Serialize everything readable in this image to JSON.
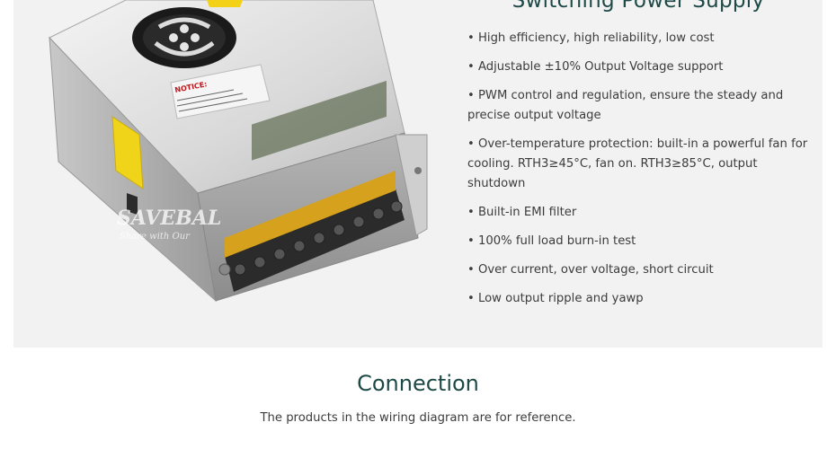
{
  "features_section": {
    "title": "Switching Power Supply",
    "items": [
      "High efficiency, high reliability, low cost",
      "Adjustable ±10% Output Voltage support",
      "PWM control and regulation, ensure the steady and precise output voltage",
      "Over-temperature protection: built-in a powerful fan for cooling. RTH3≥45°C, fan on. RTH3≥85°C, output shutdown",
      "Built-in EMI filter",
      "100% full load burn-in test",
      "Over current, over voltage, short circuit",
      "Low output ripple and yawp"
    ]
  },
  "product_image": {
    "notice_label": "NOTICE:",
    "watermark": "SAVEBAL",
    "watermark_sub": "Share with Our",
    "icon": "power-supply-unit"
  },
  "connection": {
    "title": "Connection",
    "note": "The products in the wiring diagram are for reference."
  },
  "colors": {
    "panel_background": "#f2f2f2",
    "heading": "#1d4a46",
    "text": "#3c3c3c"
  }
}
